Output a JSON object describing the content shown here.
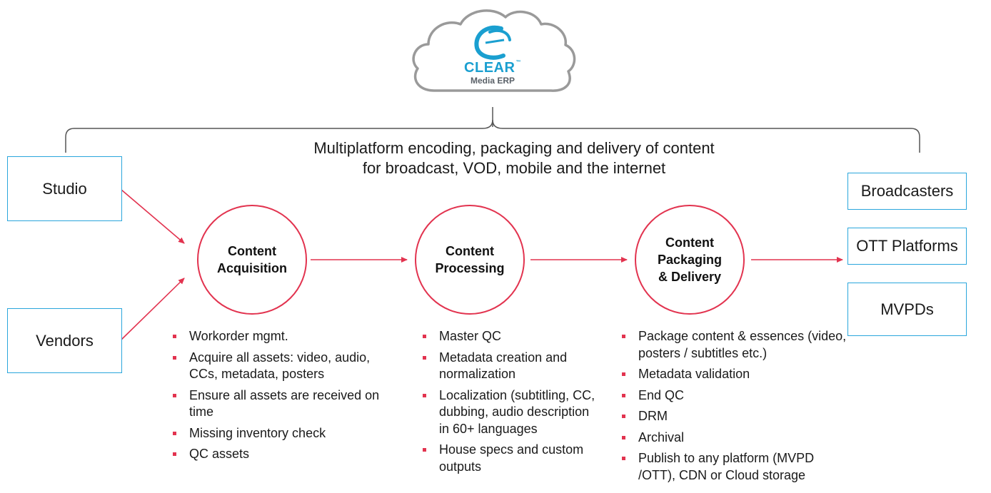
{
  "brand": {
    "name": "CLEAR",
    "trademark": "™",
    "subtitle": "Media ERP",
    "color": "#1a9fd0"
  },
  "tagline": {
    "line1": "Multiplatform encoding, packaging and delivery of content",
    "line2": "for broadcast, VOD, mobile and the internet"
  },
  "sources": [
    {
      "label": "Studio"
    },
    {
      "label": "Vendors"
    }
  ],
  "destinations": [
    {
      "label": "Broadcasters"
    },
    {
      "label": "OTT Platforms"
    },
    {
      "label": "MVPDs"
    }
  ],
  "stages": [
    {
      "lines": [
        "Content",
        "Acquisition"
      ],
      "bullets": [
        "Workorder mgmt.",
        "Acquire all assets: video, audio, CCs, metadata, posters",
        "Ensure all assets are received on time",
        "Missing inventory check",
        "QC assets"
      ]
    },
    {
      "lines": [
        "Content",
        "Processing"
      ],
      "bullets": [
        "Master QC",
        "Metadata creation and normalization",
        "Localization (subtitling, CC, dubbing, audio description in 60+ languages",
        "House specs and custom outputs"
      ]
    },
    {
      "lines": [
        "Content",
        "Packaging",
        "& Delivery"
      ],
      "bullets": [
        "Package content & essences (video, posters / subtitles etc.)",
        "Metadata validation",
        "End QC",
        "DRM",
        "Archival",
        "Publish to any platform (MVPD /OTT), CDN or Cloud storage"
      ]
    }
  ],
  "colors": {
    "accent": "#e2334f",
    "box_border": "#2aa6dc",
    "cloud_outline": "#9a9a9a"
  },
  "icons": [
    "cloud-icon",
    "clear-logo-icon"
  ]
}
